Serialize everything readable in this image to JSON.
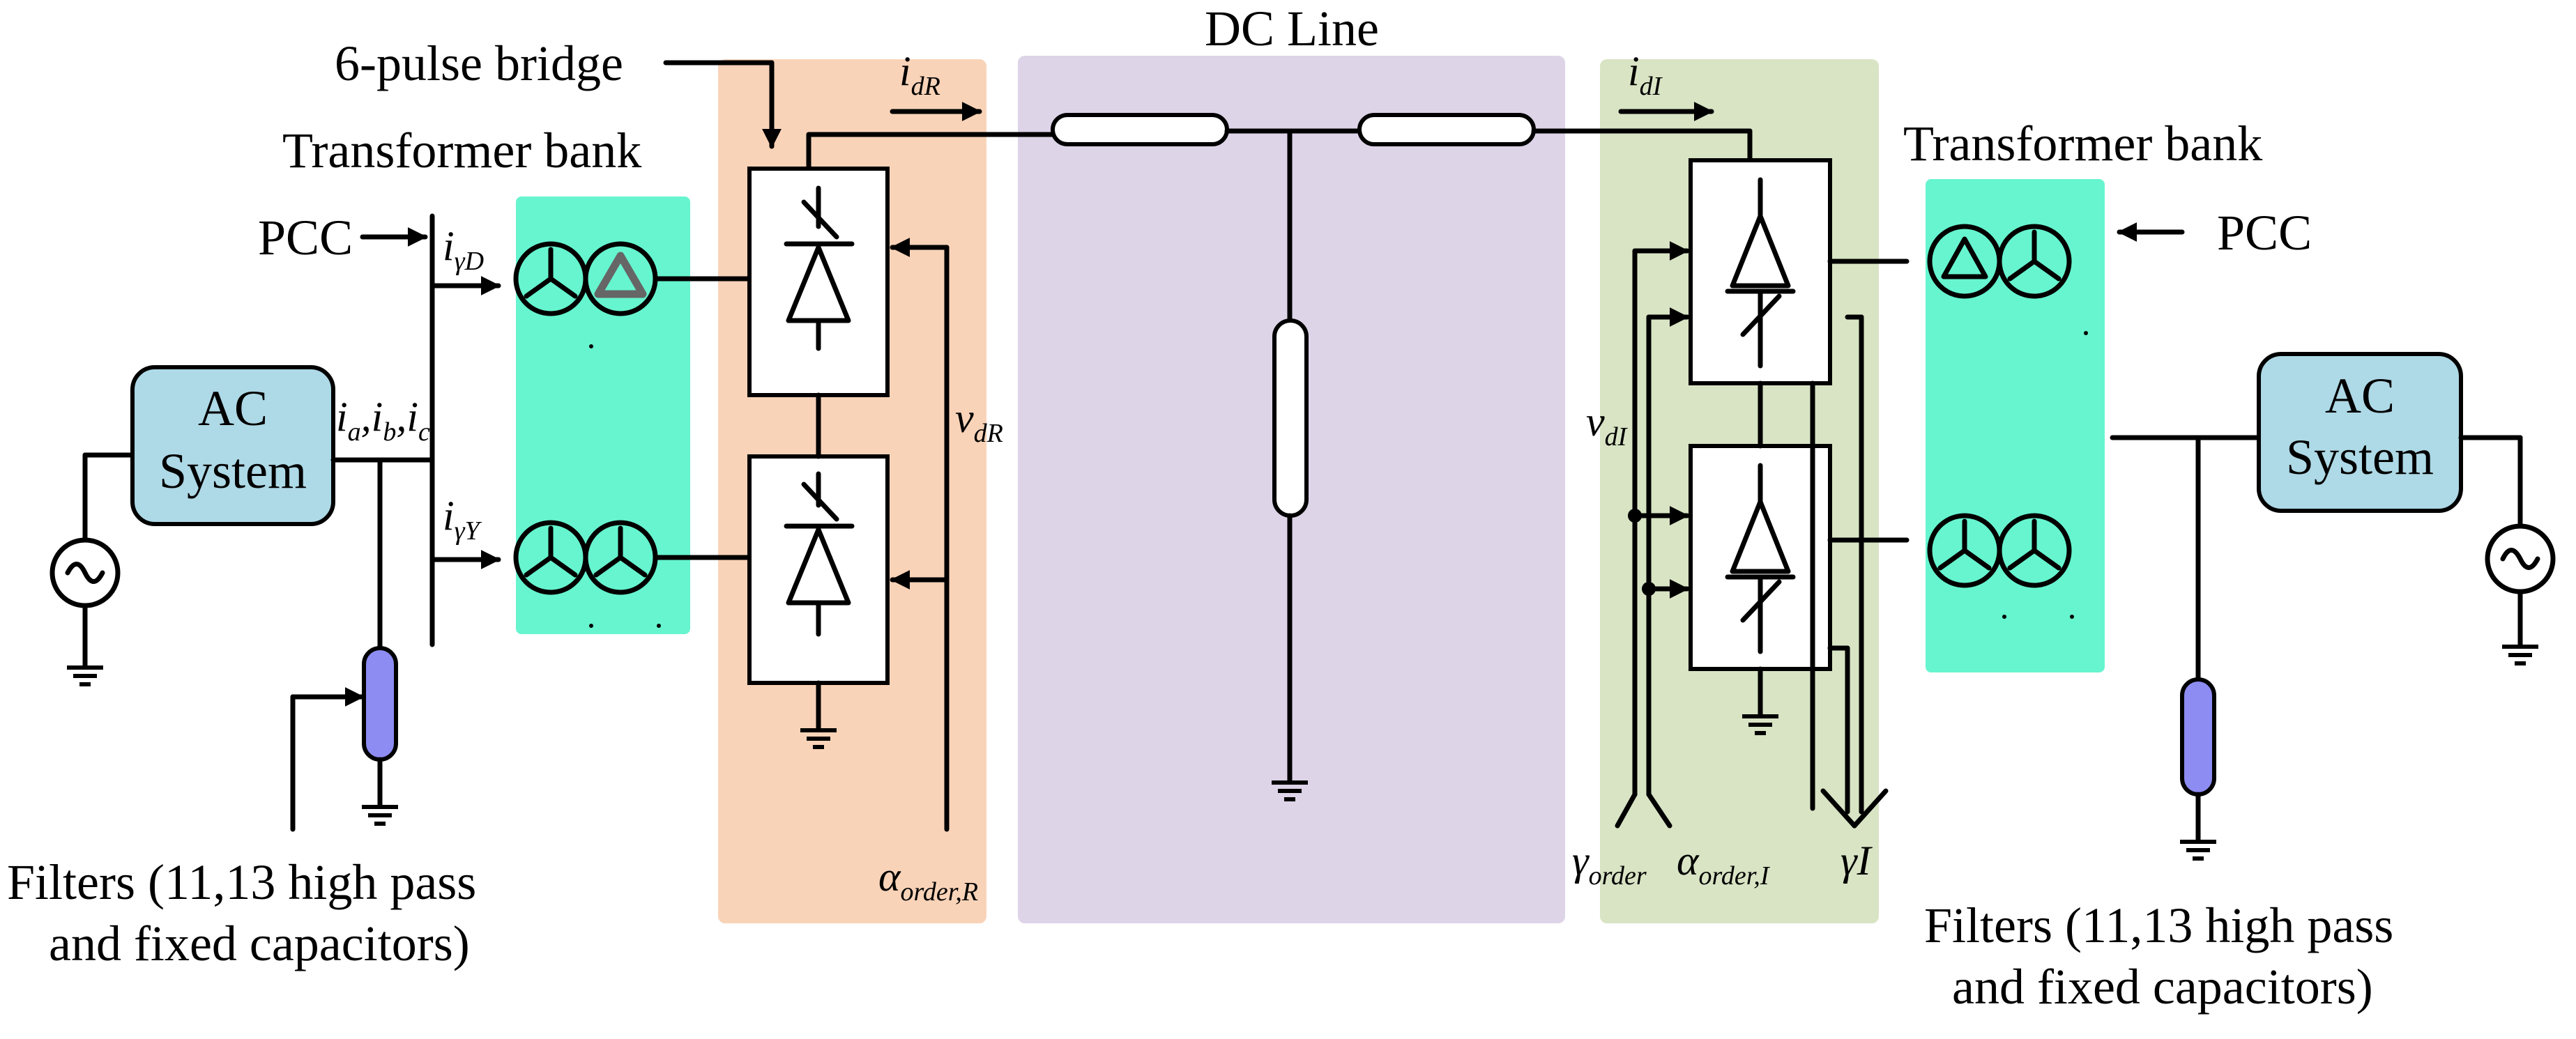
{
  "labels": {
    "dc_line": "DC Line",
    "six_pulse_bridge": "6-pulse bridge",
    "transformer_bank_left": "Transformer bank",
    "transformer_bank_right": "Transformer bank",
    "pcc_left": "PCC",
    "pcc_right": "PCC",
    "ac_system_left": [
      "AC",
      "System"
    ],
    "ac_system_right": [
      "AC",
      "System"
    ],
    "filters_left": [
      "Filters (11,13 high pass",
      "and fixed capacitors)"
    ],
    "filters_right": [
      "Filters (11,13 high pass",
      "and fixed capacitors)"
    ]
  },
  "symbols": {
    "i_dR": {
      "main": "i",
      "sub": "dR"
    },
    "i_dI": {
      "main": "i",
      "sub": "dI"
    },
    "i_gammaD": {
      "main": "i",
      "sub": "γD"
    },
    "i_gammaY": {
      "main": "i",
      "sub": "γY"
    },
    "i_abc": {
      "parts": [
        {
          "main": "i",
          "sub": "a"
        },
        {
          "main": ",i",
          "sub": "b"
        },
        {
          "main": ",i",
          "sub": "c"
        }
      ]
    },
    "v_dR": {
      "main": "v",
      "sub": "dR"
    },
    "v_dI": {
      "main": "v",
      "sub": "dI"
    },
    "alpha_order_R": {
      "main": "α",
      "sub": "order,R"
    },
    "alpha_order_I": {
      "main": "α",
      "sub": "order,I"
    },
    "gamma_order": {
      "main": "γ",
      "sub": "order"
    },
    "gamma_I": {
      "main": "γI",
      "sub": ""
    }
  },
  "colors": {
    "rectifier_zone": "#f9d3b8",
    "dc_line_zone": "#ddd4e8",
    "inverter_zone": "#d8e4c4",
    "transformer_bank": "#66f5cf",
    "ac_system": "#aed9e6",
    "filter": "#8d8cf2",
    "stroke": "#000000"
  }
}
